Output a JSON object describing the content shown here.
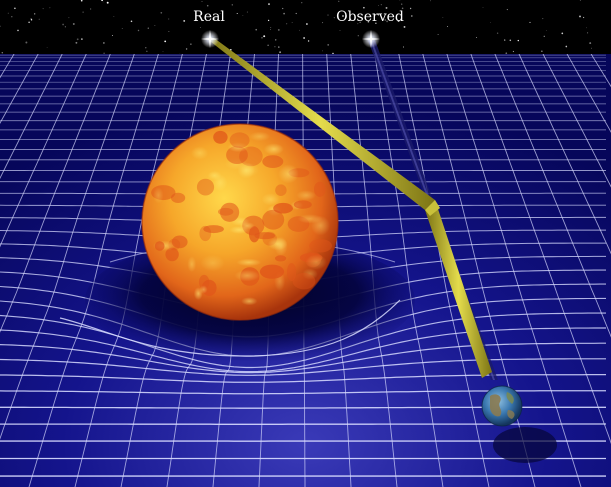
{
  "labels": {
    "real_star": "Real",
    "observed_star": "Observed"
  },
  "colors": {
    "sky": "#000000",
    "grid_background": "#0a0a7a",
    "grid_lines": "#d8dcff",
    "light_ray": "#c8c23a",
    "sun_core": "#ffd23a",
    "sun_edge": "#d24a10",
    "earth_ocean": "#3a78b0",
    "earth_land": "#8a7a50"
  },
  "icons": {
    "real_star": "sparkle-star",
    "observed_star": "sparkle-star",
    "sun": "sun-sphere",
    "earth": "earth-globe"
  }
}
